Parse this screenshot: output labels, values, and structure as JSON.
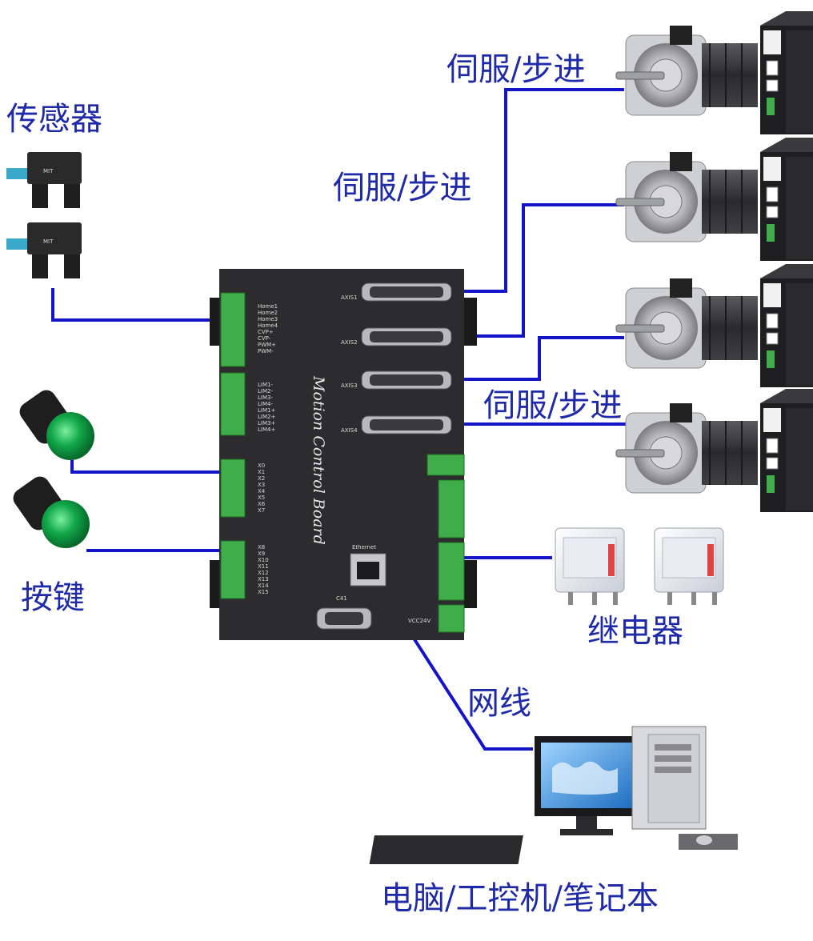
{
  "labels": {
    "sensor": "传感器",
    "servo_1": "伺服/步进",
    "servo_2": "伺服/步进",
    "servo_3": "伺服/步进",
    "button": "按键",
    "relay": "继电器",
    "network": "网线",
    "computer": "电脑/工控机/笔记本"
  },
  "board": {
    "title": "Motion Control Board",
    "ethernet": "Ethernet",
    "com_label": "C41",
    "axis_labels": [
      "AXIS1",
      "AXIS2",
      "AXIS3",
      "AXIS4"
    ],
    "pins_group1": [
      "Home1",
      "Home2",
      "Home3",
      "Home4",
      "CVP+",
      "CVP-",
      "PWM+",
      "PWM-"
    ],
    "pins_group2": [
      "LIM1-",
      "LIM2-",
      "LIM3-",
      "LIM4-",
      "LIM1+",
      "LIM2+",
      "LIM3+",
      "LIM4+"
    ],
    "pins_group3": [
      "X0",
      "X1",
      "X2",
      "X3",
      "X4",
      "X5",
      "X6",
      "X7"
    ],
    "pins_group4": [
      "X8",
      "X9",
      "X10",
      "X11",
      "X12",
      "X13",
      "X14",
      "X15"
    ],
    "vcc_label": "VCC24V"
  },
  "colors": {
    "wire": "#1414c8",
    "label": "#1f2aa8",
    "board": "#2c2c2e",
    "terminal": "#3fae4a",
    "button_green": "#12a84a"
  }
}
